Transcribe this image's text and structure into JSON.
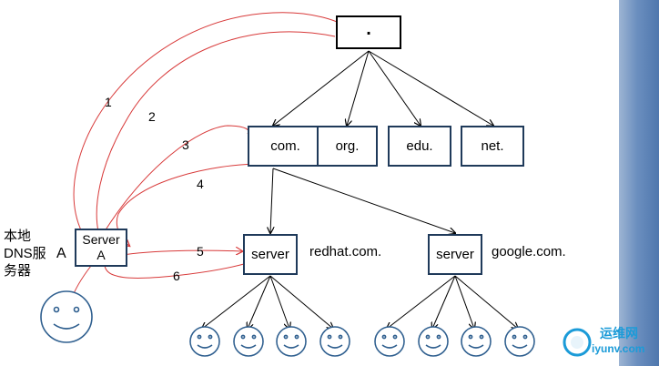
{
  "tree": {
    "root": ".",
    "tlds": [
      "com.",
      "org.",
      "edu.",
      "net."
    ],
    "servers": [
      {
        "label": "server",
        "domain": "redhat.com."
      },
      {
        "label": "server",
        "domain": "google.com."
      }
    ]
  },
  "local": {
    "caption": "本地\nDNS服\n务器",
    "side_letter": "A",
    "server_label": "Server",
    "server_sub": "A"
  },
  "steps": [
    "1",
    "2",
    "3",
    "4",
    "5",
    "6"
  ],
  "watermark": {
    "line1": "运维网",
    "line2": "iyunv.com"
  },
  "colors": {
    "arrows": "#d83a3a",
    "box_border": "#1f3a5a",
    "accent": "#1b9bd8"
  }
}
